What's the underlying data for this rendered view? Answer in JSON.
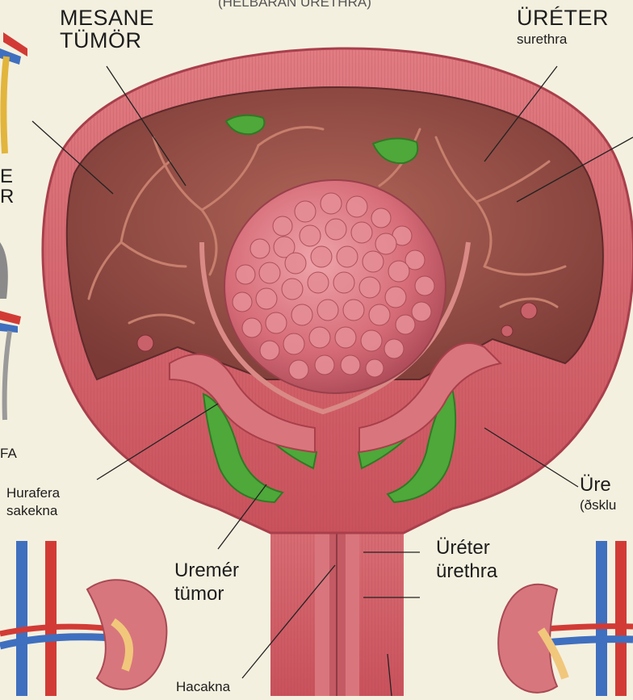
{
  "labels": {
    "top_header": "(HELBARAN URETHRA)",
    "mesane_tumor": [
      "MESANE",
      "TÜMÖR"
    ],
    "ureter_top": [
      "ÜRÉTER",
      "surethra"
    ],
    "left_edge_1": [
      "E",
      "R"
    ],
    "left_edge_fa": "FA",
    "hurafera": [
      "Hurafera",
      "sakekna"
    ],
    "right_ure": [
      "Üre",
      "(ðsklu"
    ],
    "ureter_mid": [
      "Üréter",
      "ürethra"
    ],
    "uremer_tumor": [
      "Uremér",
      "tümor"
    ],
    "hacarna": "Hacakna"
  },
  "colors": {
    "background": "#f4f0df",
    "bladder_wall": "#cf5f66",
    "bladder_inner": "#8e4a45",
    "tumor": "#d9707a",
    "green_tissue": "#4ea83a",
    "vein_blue": "#3f6fbf",
    "artery_red": "#d23b35",
    "ureter_yellow": "#e2b53c"
  }
}
